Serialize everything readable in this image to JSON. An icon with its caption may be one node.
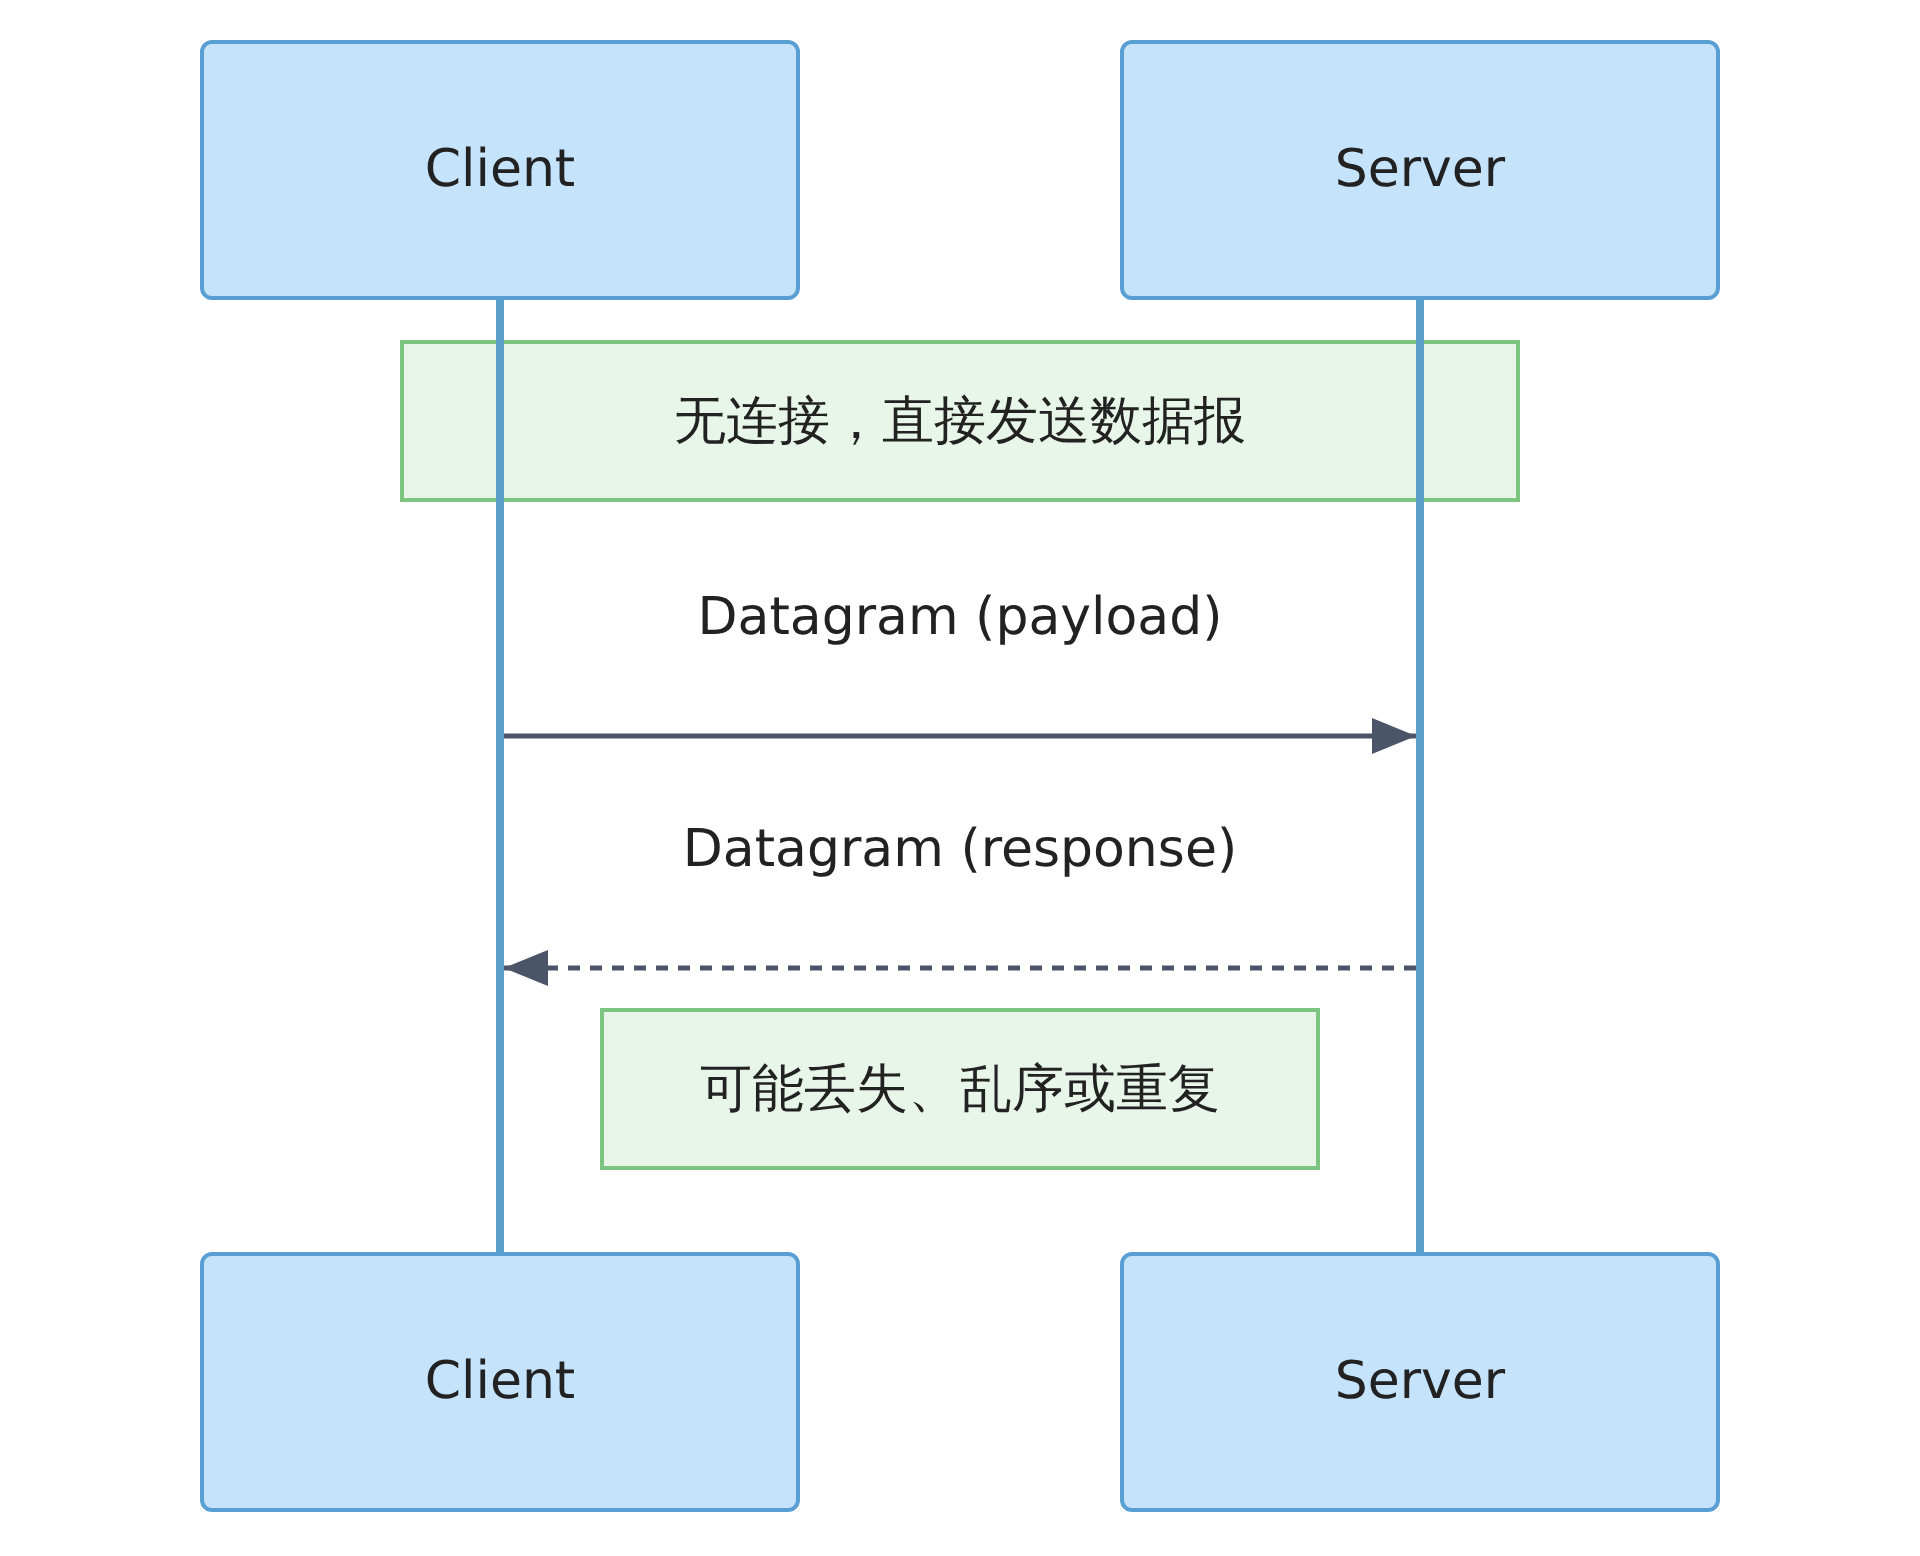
{
  "diagram": {
    "nodes": [
      {
        "text": [
          "Client"
        ]
      },
      {
        "text": [
          "Server"
        ]
      },
      {
        "text": [],
        "shape": "bar"
      },
      {
        "text": [],
        "shape": "bar"
      },
      {
        "text": [
          "无连接，直接发送数据报"
        ]
      },
      {
        "text": [
          "可能丢失、乱序或重复"
        ]
      },
      {
        "text": [
          "Client"
        ]
      },
      {
        "text": [
          "Server"
        ]
      }
    ],
    "edges": [
      {
        "from": 2,
        "to": 3,
        "arrow": "to",
        "label": "Datagram (payload)"
      },
      {
        "from": 3,
        "to": 2,
        "arrow": "to",
        "style": "dashed",
        "label": "Datagram (response)"
      }
    ]
  }
}
